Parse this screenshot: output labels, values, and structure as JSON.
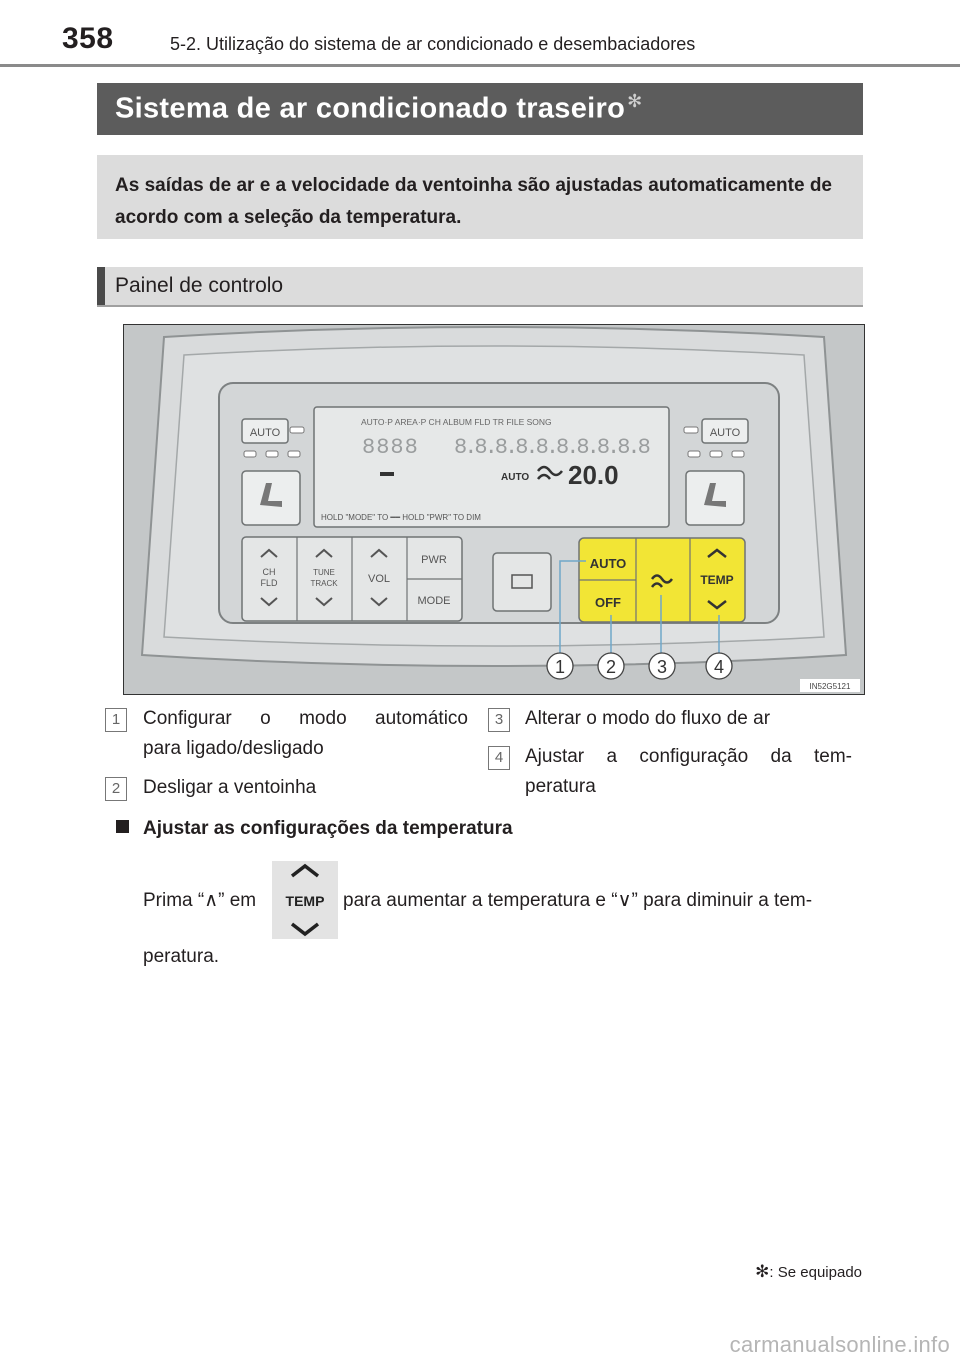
{
  "header": {
    "page_number": "358",
    "chapter_title": "5-2. Utilização do sistema de ar condicionado e desembaciadores"
  },
  "section": {
    "title": "Sistema de ar condicionado traseiro",
    "title_mark": "✻"
  },
  "summary": {
    "text": "As saídas de ar e a velocidade da ventoinha são ajustadas automaticamente de acordo com a seleção da temperatura."
  },
  "subsection": {
    "title": "Painel de controlo"
  },
  "figure": {
    "display": {
      "top_row": "AUTO·P AREA·P CH ALBUM FLD TR FILE SONG",
      "segments_left": "8888",
      "segments_right": "8.8.8.8.8.8.8.8.8.8",
      "auto_label": "AUTO",
      "temperature": "20.0",
      "hold_text": "HOLD \"MODE\" TO ━━  HOLD \"PWR\" TO DIM"
    },
    "buttons": {
      "auto_left": "AUTO",
      "auto_right": "AUTO",
      "ch_fld": [
        "CH",
        "FLD"
      ],
      "tune_track": [
        "TUNE",
        "TRACK"
      ],
      "vol": "VOL",
      "pwr": "PWR",
      "mode": "MODE",
      "auto": "AUTO",
      "off": "OFF",
      "temp": "TEMP"
    },
    "callouts": [
      "1",
      "2",
      "3",
      "4"
    ],
    "image_code": "IN52G5121",
    "colors": {
      "highlight": "#f2e535",
      "panel": "#d6d9da",
      "frame": "#c9cccd"
    }
  },
  "legend": [
    {
      "number": "1",
      "text": "Configurar o modo automático para ligado/desligado"
    },
    {
      "number": "2",
      "text": "Desligar a ventoinha"
    },
    {
      "number": "3",
      "text": "Alterar o modo do fluxo de ar"
    },
    {
      "number": "4",
      "text": "Ajustar a configuração da temperatura"
    }
  ],
  "legend_display": {
    "item1_line1": "Configurar o modo automático",
    "item1_line2": "para ligado/desligado",
    "item4_line1": "Ajustar a configuração da tem-",
    "item4_line2": "peratura"
  },
  "temperature_section": {
    "heading": "Ajustar as configurações da temperatura",
    "text_before": "Prima “∧” em",
    "text_after": "para aumentar a temperatura e “∨” para diminuir a tem-",
    "text_end": "peratura.",
    "icon_label": "TEMP"
  },
  "footnote": {
    "mark": "✻",
    "text": ": Se equipado"
  },
  "watermark": "carmanualsonline.info"
}
